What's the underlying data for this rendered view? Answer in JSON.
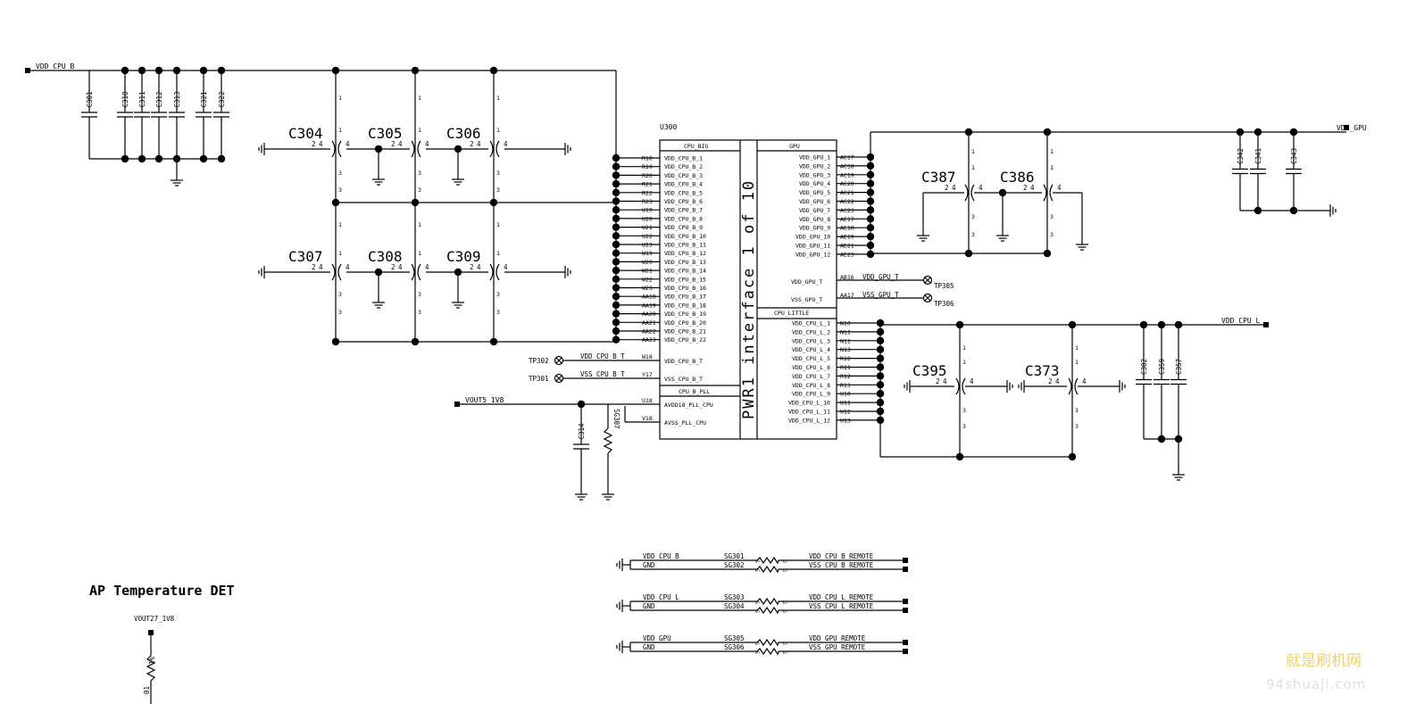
{
  "nets": {
    "vdd_cpu_b": "VDD_CPU_B",
    "vdd_gpu": "VDD_GPU",
    "vdd_cpu_l": "VDD_CPU_L",
    "vout5": "VOUT5_1V8",
    "vout27": "VOUT27_1V8"
  },
  "chip": {
    "ref": "U300",
    "title": "PWR1 interface 1 of 10",
    "sections": {
      "cpu_big": "CPU_BIG",
      "gpu": "GPU",
      "cpu_little": "CPU_LITTLE",
      "cpu_b_pll": "CPU_B_PLL"
    },
    "big_pins": [
      {
        "pin": "R18",
        "name": "VDD_CPU_B_1"
      },
      {
        "pin": "R19",
        "name": "VDD_CPU_B_2"
      },
      {
        "pin": "R20",
        "name": "VDD_CPU_B_3"
      },
      {
        "pin": "R21",
        "name": "VDD_CPU_B_4"
      },
      {
        "pin": "R22",
        "name": "VDD_CPU_B_5"
      },
      {
        "pin": "R23",
        "name": "VDD_CPU_B_6"
      },
      {
        "pin": "U19",
        "name": "VDD_CPU_B_7"
      },
      {
        "pin": "U20",
        "name": "VDD_CPU_B_8"
      },
      {
        "pin": "U21",
        "name": "VDD_CPU_B_9"
      },
      {
        "pin": "U22",
        "name": "VDD_CPU_B_10"
      },
      {
        "pin": "U23",
        "name": "VDD_CPU_B_11"
      },
      {
        "pin": "W19",
        "name": "VDD_CPU_B_12"
      },
      {
        "pin": "W20",
        "name": "VDD_CPU_B_13"
      },
      {
        "pin": "W21",
        "name": "VDD_CPU_B_14"
      },
      {
        "pin": "W22",
        "name": "VDD_CPU_B_15"
      },
      {
        "pin": "W23",
        "name": "VDD_CPU_B_16"
      },
      {
        "pin": "AA18",
        "name": "VDD_CPU_B_17"
      },
      {
        "pin": "AA19",
        "name": "VDD_CPU_B_18"
      },
      {
        "pin": "AA20",
        "name": "VDD_CPU_B_19"
      },
      {
        "pin": "AA21",
        "name": "VDD_CPU_B_20"
      },
      {
        "pin": "AA22",
        "name": "VDD_CPU_B_21"
      },
      {
        "pin": "AA23",
        "name": "VDD_CPU_B_22"
      }
    ],
    "big_sense": [
      {
        "pin": "W18",
        "name": "VDD_CPU_B_T",
        "net": "VDD_CPU_B_T",
        "tp": "TP302"
      },
      {
        "pin": "Y17",
        "name": "VSS_CPU_B_T",
        "net": "VSS_CPU_B_T",
        "tp": "TP301"
      }
    ],
    "pll_pins": [
      {
        "pin": "U18",
        "name": "AVDD18_PLL_CPU"
      },
      {
        "pin": "V18",
        "name": "AVSS_PLL_CPU"
      }
    ],
    "gpu_pins": [
      {
        "pin": "AC17",
        "name": "VDD_GPU_1"
      },
      {
        "pin": "AC18",
        "name": "VDD_GPU_2"
      },
      {
        "pin": "AC19",
        "name": "VDD_GPU_3"
      },
      {
        "pin": "AC20",
        "name": "VDD_GPU_4"
      },
      {
        "pin": "AC21",
        "name": "VDD_GPU_5"
      },
      {
        "pin": "AC22",
        "name": "VDD_GPU_6"
      },
      {
        "pin": "AC23",
        "name": "VDD_GPU_7"
      },
      {
        "pin": "AE17",
        "name": "VDD_GPU_8"
      },
      {
        "pin": "AE18",
        "name": "VDD_GPU_9"
      },
      {
        "pin": "AE19",
        "name": "VDD_GPU_10"
      },
      {
        "pin": "AE21",
        "name": "VDD_GPU_11"
      },
      {
        "pin": "AE23",
        "name": "VDD_GPU_12"
      }
    ],
    "gpu_sense": [
      {
        "pin": "AB16",
        "name": "VDD_GPU_T",
        "net": "VDD_GPU_T",
        "tp": "TP305"
      },
      {
        "pin": "AA17",
        "name": "VSS_GPU_T",
        "net": "VSS_GPU_T",
        "tp": "TP306"
      }
    ],
    "little_pins": [
      {
        "pin": "N10",
        "name": "VDD_CPU_L_1"
      },
      {
        "pin": "N11",
        "name": "VDD_CPU_L_2"
      },
      {
        "pin": "N12",
        "name": "VDD_CPU_L_3"
      },
      {
        "pin": "N13",
        "name": "VDD_CPU_L_4"
      },
      {
        "pin": "R10",
        "name": "VDD_CPU_L_5"
      },
      {
        "pin": "R11",
        "name": "VDD_CPU_L_6"
      },
      {
        "pin": "R12",
        "name": "VDD_CPU_L_7"
      },
      {
        "pin": "R13",
        "name": "VDD_CPU_L_8"
      },
      {
        "pin": "U10",
        "name": "VDD_CPU_L_9"
      },
      {
        "pin": "U11",
        "name": "VDD_CPU_L_10"
      },
      {
        "pin": "U12",
        "name": "VDD_CPU_L_11"
      },
      {
        "pin": "U13",
        "name": "VDD_CPU_L_12"
      }
    ]
  },
  "caps_small_b": [
    "C301",
    "C310",
    "C311",
    "C312",
    "C313",
    "C321",
    "C322"
  ],
  "caps_gpu_small": [
    "C342",
    "C341",
    "C343"
  ],
  "caps_l_small": [
    "C302",
    "C359",
    "C357"
  ],
  "cap_pll": "C314",
  "sg_pll": "SG307",
  "big_caps": {
    "b_top": [
      "C304",
      "C305",
      "C306"
    ],
    "b_bottom": [
      "C307",
      "C308",
      "C309"
    ],
    "gpu": [
      "C387",
      "C386"
    ],
    "little": [
      "C395",
      "C373"
    ]
  },
  "cap_pin_numbers": {
    "p1": "1",
    "p2": "2",
    "p3": "3",
    "p4": "4"
  },
  "remote_sense": [
    {
      "left": "VDD_CPU_B",
      "sg": "SG301",
      "right": "VDD_CPU_B_REMOTE"
    },
    {
      "left": "GND",
      "sg": "SG302",
      "right": "VSS_CPU_B_REMOTE"
    },
    {
      "left": "VDD_CPU_L",
      "sg": "SG303",
      "right": "VDD_CPU_L_REMOTE"
    },
    {
      "left": "GND",
      "sg": "SG304",
      "right": "VSS_CPU_L_REMOTE"
    },
    {
      "left": "VDD_GPU",
      "sg": "SG305",
      "right": "VDD_GPU_REMOTE"
    },
    {
      "left": "GND",
      "sg": "SG306",
      "right": "VSS_GPU_REMOTE"
    }
  ],
  "sg_pin_labels": {
    "s": "S",
    "g": "G"
  },
  "ap_temp_title": "AP Temperature DET",
  "resistor_fragment": "1%",
  "resistor_fragment2": "01",
  "watermark": {
    "line1": "就是刷机网",
    "line2": "94shuaji.com"
  }
}
